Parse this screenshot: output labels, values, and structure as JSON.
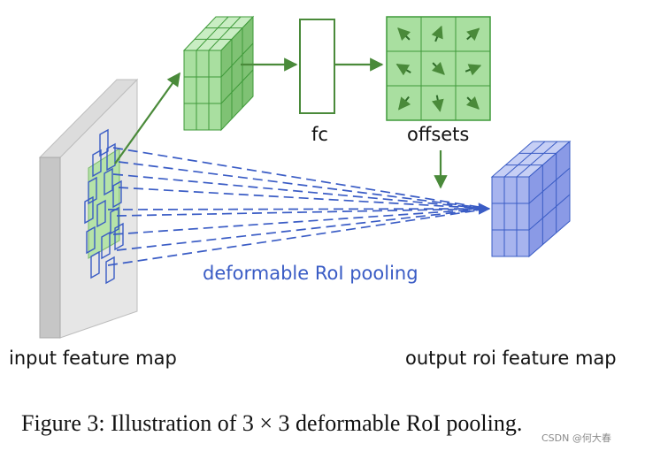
{
  "labels": {
    "fc": "fc",
    "offsets": "offsets",
    "deformable": "deformable RoI pooling",
    "input": "input feature map",
    "output": "output roi feature map"
  },
  "caption": "Figure 3: Illustration of 3 × 3 deformable RoI pooling.",
  "watermark": "CSDN @何大春",
  "colors": {
    "green_face": "#a9dfa0",
    "green_top": "#c9edc3",
    "green_side": "#7fc274",
    "green_stroke": "#3f9a3a",
    "arrow_green": "#4a8a3a",
    "blue_face": "#a7b4ee",
    "blue_top": "#c6cff5",
    "blue_side": "#8a9ae6",
    "blue_stroke": "#3a5cc5",
    "gray_face": "#c6c6c6",
    "gray_side": "#e6e6e6"
  }
}
